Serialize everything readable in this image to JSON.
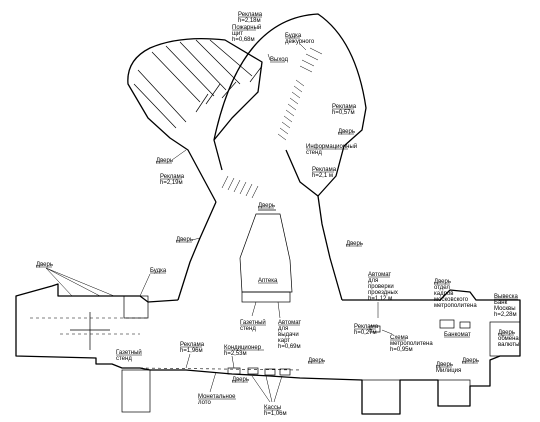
{
  "labels": {
    "reklama_top": "Реклама",
    "reklama_top_h": "h=2,18м",
    "pozharny": "Пожарный",
    "pozharny2": "щит",
    "pozharny_h": "h=0,68м",
    "budka": "Будка",
    "budka2": "дежурного",
    "vyhod": "Выход",
    "reklama_right": "Реклама",
    "reklama_right_h": "h=0,57м",
    "dver_right": "Дверь",
    "info_stend": "Информационный",
    "info_stend2": "стенд",
    "reklama_mid": "Реклама",
    "reklama_mid_h": "h=2,1 м",
    "dver_left_up": "Дверь",
    "reklama_left": "Реклама",
    "reklama_left_h": "h=2,19м",
    "dver_center": "Дверь",
    "dver_left_mid": "Дверь",
    "dver_far_left": "Дверь",
    "budka_left": "Будка",
    "apteka": "Аптека",
    "dver_right_mid": "Дверь",
    "avtomat1": "Автомат",
    "avtomat1b": "для",
    "avtomat1c": "проверки",
    "avtomat1d": "проездных",
    "avtomat1_h": "h=1,12 м",
    "dver_otdel": "Дверь",
    "otdel2": "отдел",
    "otdel3": "кадров",
    "otdel4": "московского",
    "otdel5": "метрополитена",
    "vyveska": "Вывеска",
    "vyveska2": "Банк",
    "vyveska3": "Москвы",
    "vyveska_h": "h=2,28м",
    "gazetny": "Газетный",
    "gazetny2": "стенд",
    "avtomat2": "Автомат",
    "avtomat2b": "для",
    "avtomat2c": "выдачи",
    "avtomat2d": "карт",
    "avtomat2_h": "h=0,69м",
    "reklama_low": "Реклама",
    "reklama_low_h": "h=0,27м",
    "skhema": "Схема",
    "skhema2": "метрополитена",
    "skhema_h": "h=0,95м",
    "bankomat": "Банкомат",
    "dver_obmen": "Дверь",
    "obmen2": "обмена",
    "obmen3": "валюты",
    "gazetny_left": "Газетный",
    "gazetny_left2": "стенд",
    "reklama_bl": "Реклама",
    "reklama_bl_h": "h=1,96м",
    "kondicioner": "Кондиционер",
    "kondicioner_h": "h=2,53м",
    "dver_bottom": "Дверь",
    "dver_bottom2": "Дверь",
    "dver_militsia": "Дверь",
    "militsia2": "Милиция",
    "dver_br": "Дверь",
    "monetnoe": "Монетальное",
    "monetnoe2": "лото",
    "kassy": "Кассы",
    "kassy_h": "h=1,06м"
  }
}
